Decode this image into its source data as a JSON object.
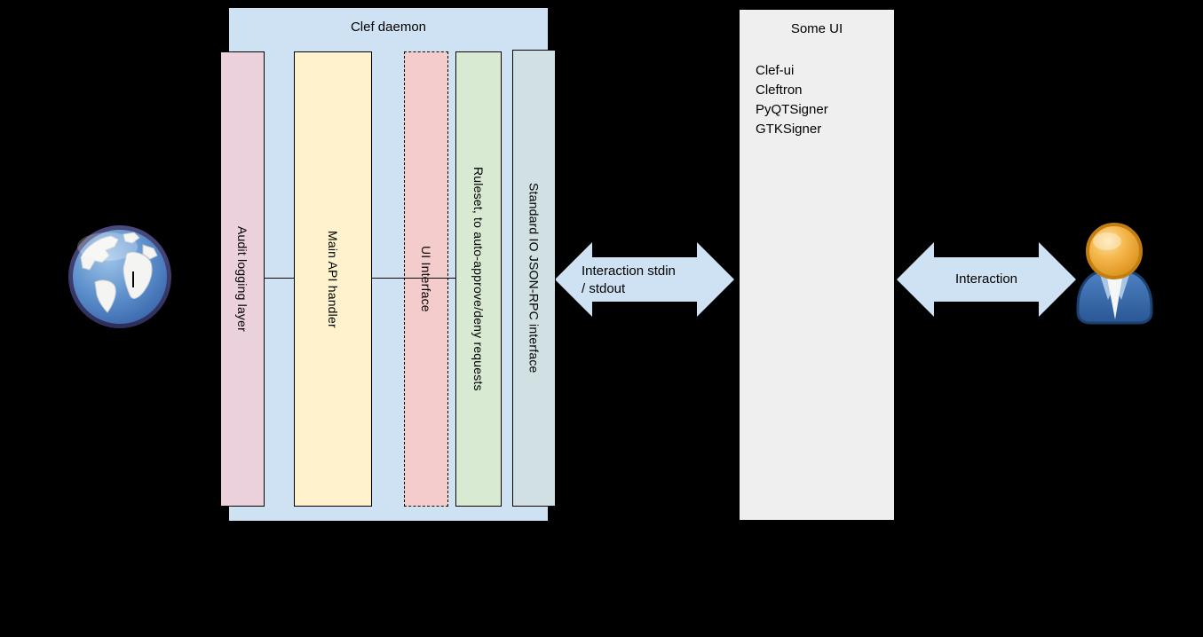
{
  "clef_daemon": {
    "title": "Clef daemon",
    "fill": "#cfe2f3",
    "bars": [
      {
        "label": "Audit logging layer",
        "fill": "#ead1dc",
        "border": "solid"
      },
      {
        "label": "Main API handler",
        "fill": "#fff2cc",
        "border": "solid"
      },
      {
        "label": "UI Interface",
        "fill": "#f4cccc",
        "border": "dashed"
      },
      {
        "label": "Ruleset, to auto-approve/deny requests",
        "fill": "#d9ead3",
        "border": "solid"
      },
      {
        "label": "Standard IO JSON-RPC interface",
        "fill": "#d0e0e3",
        "border": "solid"
      }
    ]
  },
  "some_ui": {
    "title": "Some UI",
    "fill": "#efefef",
    "items": [
      "Clef-ui",
      "Cleftron",
      "PyQTSigner",
      "GTKSigner"
    ]
  },
  "arrows": {
    "left": {
      "lines": [
        "Interaction stdin",
        "/ stdout"
      ],
      "fill": "#cfe2f3"
    },
    "right": {
      "label": "Interaction",
      "fill": "#cfe2f3"
    }
  },
  "icons": {
    "globe": "globe-icon",
    "person": "person-icon"
  },
  "colors": {
    "background": "#000000",
    "container_blue": "#cfe2f3",
    "audit_pink": "#ead1dc",
    "api_yellow": "#fff2cc",
    "ui_red": "#f4cccc",
    "ruleset_green": "#d9ead3",
    "stdio_cyan": "#d0e0e3",
    "someui_gray": "#efefef",
    "text": "#000000"
  }
}
